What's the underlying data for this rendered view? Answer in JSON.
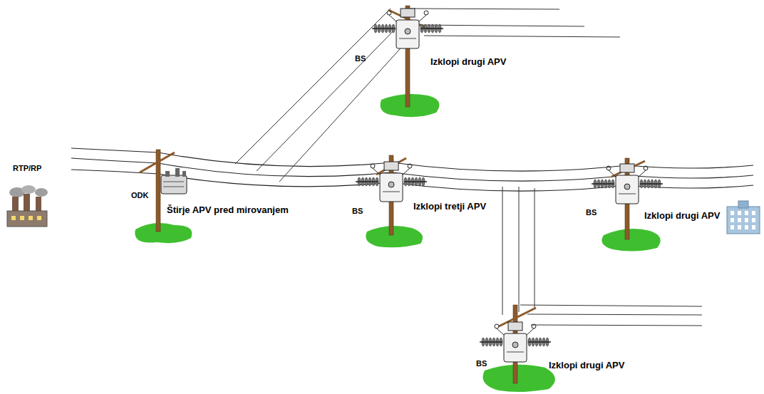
{
  "diagram": {
    "labels": [
      "BS",
      "Izklopi drugi APV",
      "RTP/RP",
      "ODK",
      "Štirje APV pred mirovanjem",
      "BS",
      "Izklopi tretji APV",
      "BS",
      "Izklopi drugi APV",
      "BS",
      "Izklopi drugi APV"
    ]
  }
}
